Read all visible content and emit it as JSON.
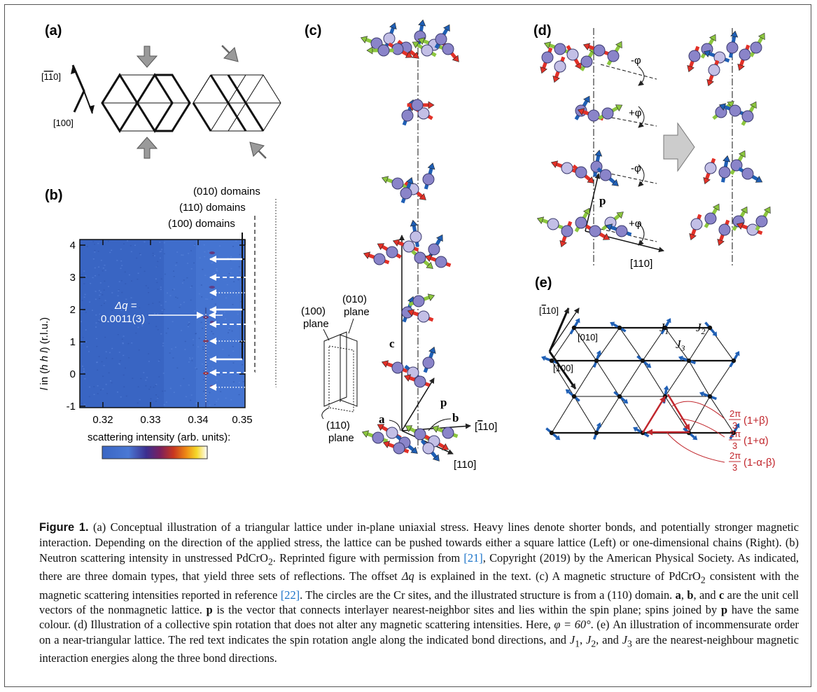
{
  "panels": {
    "a": {
      "label": "(a)",
      "dir_110bar": "[̅1̅1̅0]",
      "dir_110bar_text": "[110]",
      "dir_100": "[100]"
    },
    "b": {
      "label": "(b)",
      "domains": [
        "(010) domains",
        "(110) domains",
        "(100) domains"
      ],
      "delta_q_line1": "Δq =",
      "delta_q_line2": "0.0011(3)",
      "ylabel": "l in (h h l)  (r.l.u.)",
      "yticks": [
        "4",
        "3",
        "2",
        "1",
        "0",
        "-1"
      ],
      "xticks": [
        "0.32",
        "0.33",
        "0.34",
        "0.35"
      ],
      "colorbar_label": "scattering intensity (arb. units):",
      "colormap": [
        "#3a66c4",
        "#4a78d4",
        "#3c2f8f",
        "#7a1f5e",
        "#c9371f",
        "#ee8a14",
        "#f5d829",
        "#ffffff"
      ]
    },
    "c": {
      "label": "(c)",
      "planes": [
        "(100) plane",
        "(010) plane",
        "(110) plane"
      ],
      "vec_a": "a",
      "vec_b": "b",
      "vec_c": "c",
      "vec_p": "p",
      "dir_110bar": "[110]",
      "dir_110": "[110]"
    },
    "d": {
      "label": "(d)",
      "angles": [
        "-φ",
        "+φ",
        "-φ",
        "+φ"
      ],
      "vec_p": "p",
      "dir_110": "[110]"
    },
    "e": {
      "label": "(e)",
      "dir_110bar": "[110]",
      "dir_010": "[010]",
      "dir_100": "[100]",
      "J1": "J",
      "J1_sub": "1",
      "J2": "J",
      "J2_sub": "2",
      "J3": "J",
      "J3_sub": "3",
      "angle_num": "2π",
      "angle_den": "3",
      "angles": [
        "(1+β)",
        "(1+α)",
        "(1-α-β)"
      ]
    }
  },
  "colors": {
    "spin_red": "#e23128",
    "spin_blue": "#1f5fb5",
    "spin_green": "#8cc63f",
    "site": "#8a84c9",
    "site_light": "#c3bfe6",
    "annotation_red": "#c1272d",
    "arrow_gray": "#9a9a9a",
    "link_blue": "#1a73c9"
  },
  "caption": {
    "fig_label": "Figure 1.",
    "t1": " (a) Conceptual illustration of a triangular lattice under in-plane uniaxial stress. Heavy lines denote shorter bonds, and potentially stronger magnetic interaction. Depending on the direction of the applied stress, the lattice can be pushed towards either a square lattice (Left) or one-dimensional chains (Right). (b) Neutron scattering intensity in unstressed PdCrO",
    "t2": ". Reprinted figure with permission from ",
    "ref21": "[21]",
    "t3": ", Copyright (2019) by the American Physical Society. As indicated, there are three domain types, that yield three sets of reflections. The offset ",
    "dq": "Δq",
    "t4": " is explained in the text. (c) A magnetic structure of PdCrO",
    "t5": " consistent with the magnetic scattering intensities reported in reference ",
    "ref22": "[22]",
    "t6": ". The circles are the Cr sites, and the illustrated structure is from a (110) domain. ",
    "ba": "a",
    "t7": ", ",
    "bb": "b",
    "t8": ", and ",
    "bc": "c",
    "t9": " are the unit cell vectors of the nonmagnetic lattice. ",
    "bp": "p",
    "t10": " is the vector that connects interlayer nearest-neighbor sites and lies within the spin plane; spins joined by ",
    "bp2": "p",
    "t11": " have the same colour. (d) Illustration of a collective spin rotation that does not alter any magnetic scattering intensities. Here, ",
    "phi": "φ = 60°",
    "t12": ". (e) An illustration of incommensurate order on a near-triangular lattice. The red text indicates the spin rotation angle along the indicated bond directions, and ",
    "j1": "J",
    "j1s": "1",
    "c1": ", ",
    "j2": "J",
    "j2s": "2",
    "c2": ", and ",
    "j3": "J",
    "j3s": "3",
    "t13": " are the nearest-neighbour magnetic interaction energies along the three bond directions.",
    "sub2": "2"
  }
}
